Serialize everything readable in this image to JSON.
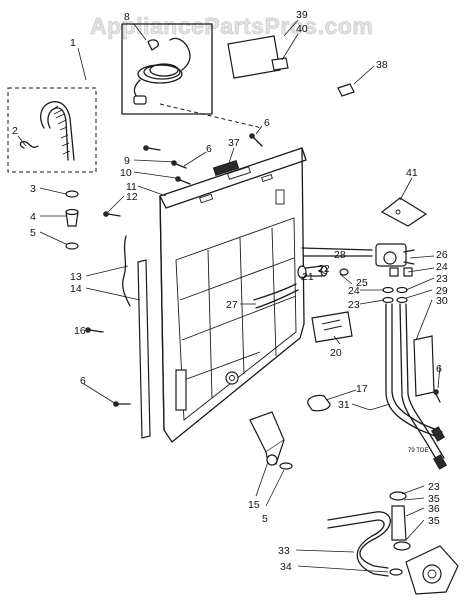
{
  "watermark": "AppliancePartsPros.com",
  "figure_code": "79 TOE",
  "callouts": {
    "c1": "1",
    "c2": "2",
    "c3": "3",
    "c4": "4",
    "c5a": "5",
    "c5b": "5",
    "c6a": "6",
    "c6b": "6",
    "c6c": "6",
    "c6d": "6",
    "c8": "8",
    "c9": "9",
    "c10": "10",
    "c11": "11",
    "c12": "12",
    "c13": "13",
    "c14": "14",
    "c15": "15",
    "c16": "16",
    "c17": "17",
    "c20": "20",
    "c21": "21",
    "c22": "22",
    "c23a": "23",
    "c23b": "23",
    "c23c": "23",
    "c24a": "24",
    "c24b": "24",
    "c25": "25",
    "c26": "26",
    "c27": "27",
    "c28": "28",
    "c29": "29",
    "c30": "30",
    "c31": "31",
    "c33": "33",
    "c34": "34",
    "c35a": "35",
    "c35b": "35",
    "c36": "36",
    "c37": "37",
    "c38": "38",
    "c39": "39",
    "c40": "40",
    "c41": "41"
  }
}
